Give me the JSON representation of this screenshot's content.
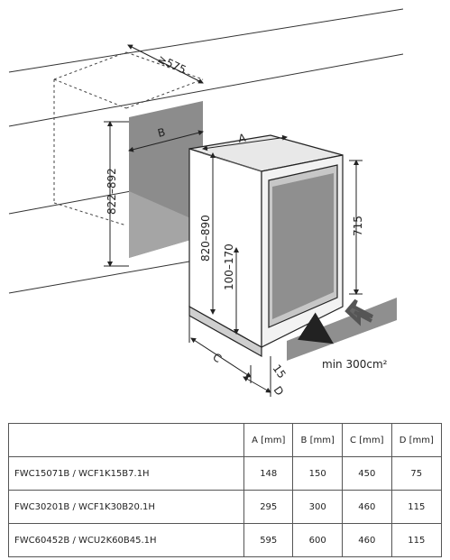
{
  "diagram": {
    "dim_depth": "≥575",
    "dim_a": "A",
    "dim_b": "B",
    "dim_c": "C",
    "dim_d": "D",
    "dim_niche_height": "822–892",
    "dim_appliance_height": "820–890",
    "dim_plinth_height": "100–170",
    "dim_door_height": "715",
    "dim_small": "15",
    "vent_label": "min 300cm²"
  },
  "table": {
    "headers": [
      "",
      "A [mm]",
      "B [mm]",
      "C [mm]",
      "D [mm]"
    ],
    "rows": [
      {
        "model": "FWC15071B / WCF1K15B7.1H",
        "a": "148",
        "b": "150",
        "c": "450",
        "d": "75"
      },
      {
        "model": "FWC30201B / WCF1K30B20.1H",
        "a": "295",
        "b": "300",
        "c": "460",
        "d": "115"
      },
      {
        "model": "FWC60452B / WCU2K60B45.1H",
        "a": "595",
        "b": "600",
        "c": "460",
        "d": "115"
      }
    ]
  }
}
